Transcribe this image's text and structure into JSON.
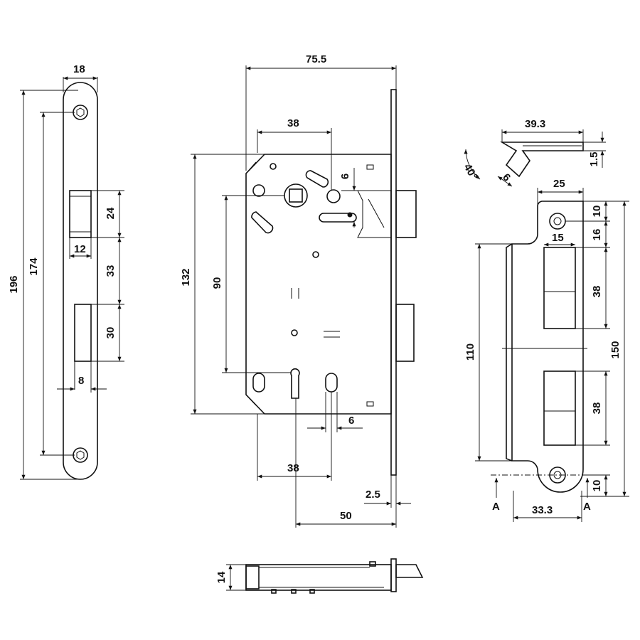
{
  "dimensions": {
    "faceplate": {
      "width": "18",
      "total_height": "196",
      "screw_spacing": "174",
      "latch_height": "24",
      "latch_width": "12",
      "gap": "33",
      "bolt_height": "30",
      "bolt_width": "8"
    },
    "lock_body": {
      "width": "75.5",
      "follower_offset": "38",
      "follower_size": "6",
      "height": "132",
      "center_distance": "90",
      "key_slot": "6",
      "key_offset": "38",
      "faceplate_thickness": "2.5",
      "backset": "50"
    },
    "bottom_view": {
      "depth": "14"
    },
    "strike_plate": {
      "tab_width": "39.3",
      "tab_angle": "40°",
      "tab_length": "6",
      "tab_thickness": "1.5",
      "width": "25",
      "top_margin": "10",
      "hole_offset": "16",
      "window_width": "15",
      "window_height_top": "38",
      "inner_height": "110",
      "window_height_bottom": "38",
      "total_height": "150",
      "bottom_margin": "10",
      "section_width": "33.3",
      "section_label_left": "A",
      "section_label_right": "A"
    }
  }
}
